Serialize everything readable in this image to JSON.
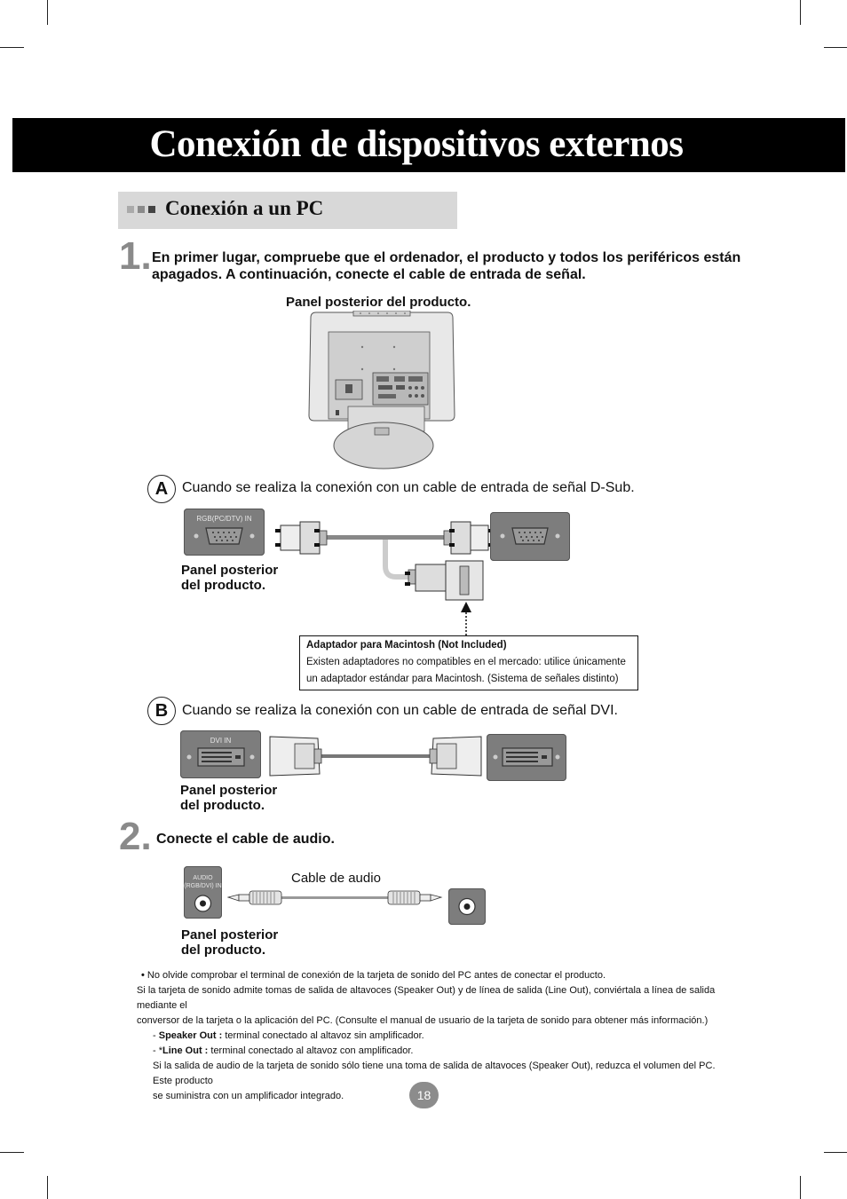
{
  "page_title": "Conexión de dispositivos externos",
  "section_title": "Conexión a un PC",
  "step1": {
    "number": "1.",
    "text_line1": "En primer lugar, compruebe que el ordenador, el producto y todos los periféricos están",
    "text_line2": "apagados. A continuación, conecte el cable de entrada de señal."
  },
  "rear_panel_caption": "Panel posterior del producto.",
  "option_a": {
    "letter": "A",
    "text": "Cuando se realiza la conexión con un cable de entrada de señal D-Sub.",
    "port_label": "RGB(PC/DTV) IN",
    "caption_line1": "Panel posterior",
    "caption_line2": "del producto."
  },
  "mac_adapter": {
    "title": "Adaptador para Macintosh (Not Included)",
    "line1": "Existen adaptadores no compatibles en el mercado: utilice únicamente",
    "line2": "un adaptador estándar para Macintosh. (Sistema de señales distinto)"
  },
  "option_b": {
    "letter": "B",
    "text": "Cuando se realiza la conexión con un cable de entrada de señal DVI.",
    "port_label": "DVI IN",
    "caption_line1": "Panel posterior",
    "caption_line2": "del producto."
  },
  "step2": {
    "number": "2.",
    "text": "Conecte el cable de audio.",
    "port_label_line1": "AUDIO",
    "port_label_line2": "(RGB/DVI) IN",
    "cable_label": "Cable de audio",
    "caption_line1": "Panel posterior",
    "caption_line2": "del producto."
  },
  "footnotes": {
    "bullet": "No olvide comprobar el terminal de conexión de la tarjeta de sonido del PC antes de conectar el producto.",
    "para_line1": "Si la tarjeta de sonido admite tomas de salida de altavoces (Speaker Out) y de línea de salida (Line Out), conviértala a línea de salida mediante el",
    "para_line2": "conversor de la tarjeta o la aplicación del PC.  (Consulte el manual de usuario de la tarjeta de sonido para obtener más información.)",
    "speaker_prefix": "- ",
    "speaker_label": "Speaker Out :",
    "speaker_desc": " terminal conectado al altavoz sin amplificador.",
    "line_prefix": "- *",
    "line_label": "Line Out :",
    "line_desc": " terminal conectado al altavoz con amplificador.",
    "last_line1": "Si la salida de audio de la tarjeta de sonido sólo tiene una toma de salida de altavoces (Speaker Out), reduzca el volumen del PC. Este producto",
    "last_line2": "se suministra con un amplificador integrado."
  },
  "page_number": "18",
  "colors": {
    "title_bar": "#000000",
    "section_bar": "#d8d8d8",
    "panel_gray": "#7d7d7d",
    "step_number_gray": "#8a8a8a"
  }
}
